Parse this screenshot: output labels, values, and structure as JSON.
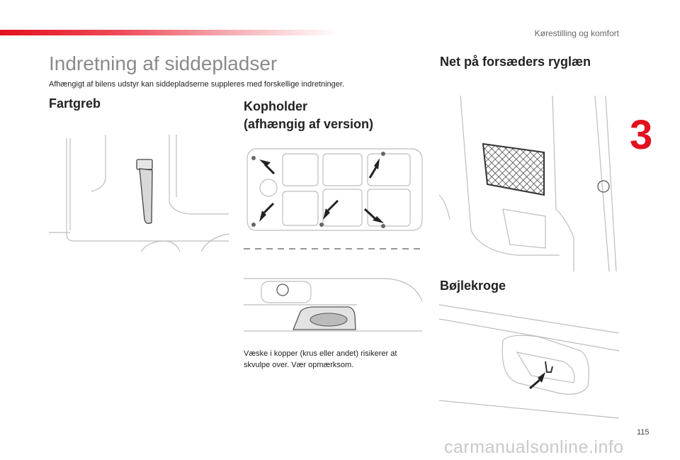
{
  "header": {
    "section": "Kørestilling og komfort",
    "chapter": "3"
  },
  "page": {
    "title": "Indretning af siddepladser",
    "intro": "Afhængigt af bilens udstyr kan siddepladserne suppleres med forskellige indretninger.",
    "number": "115"
  },
  "sections": {
    "fartgreb": {
      "heading": "Fartgreb"
    },
    "kopholder": {
      "heading_line1": "Kopholder",
      "heading_line2": "(afhængig af version)",
      "warning": "Væske i kopper (krus eller andet) risikerer at skvulpe over. Vær opmærksom."
    },
    "net": {
      "heading": "Net på forsæders ryglæn"
    },
    "bojlekroge": {
      "heading": "Bøjlekroge"
    }
  },
  "watermark": "carmanualsonline.info",
  "colors": {
    "accent": "#e3101e",
    "title_gray": "#8a8a8a"
  }
}
